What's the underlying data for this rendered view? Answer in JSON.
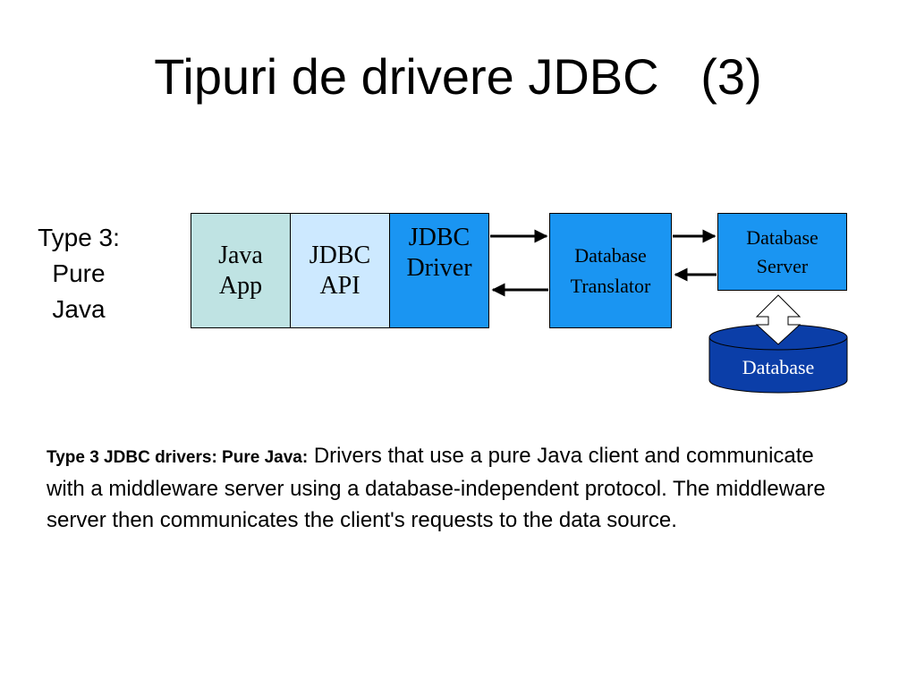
{
  "title": "Tipuri de drivere JDBC   (3)",
  "side_label": {
    "line1": "Type 3:",
    "line2": "Pure",
    "line3": "Java"
  },
  "diagram": {
    "java_app": {
      "line1": "Java",
      "line2": "App"
    },
    "jdbc_api": {
      "line1": "JDBC",
      "line2": "API"
    },
    "jdbc_driver": {
      "line1": "JDBC",
      "line2": "Driver"
    },
    "database_translator": {
      "line1": "Database",
      "line2": "Translator"
    },
    "database_server": {
      "line1": "Database",
      "line2": "Server"
    },
    "database": "Database"
  },
  "description": {
    "bold": "Type 3 JDBC drivers: Pure Java:",
    "text": "Drivers that use a pure Java client and communicate with a middleware server using a database-independent protocol. The middleware server then communicates the client's requests to the data source."
  },
  "colors": {
    "java_app_fill": "#bfe3e3",
    "jdbc_api_fill": "#cde9ff",
    "component_fill": "#1a95f2",
    "database_fill": "#0b3ea8"
  }
}
